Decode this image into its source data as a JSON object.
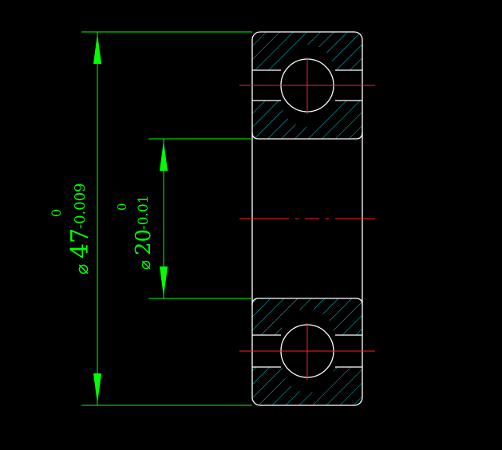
{
  "drawing": {
    "outer_dimension": {
      "symbol": "⌀",
      "nominal": "47",
      "upper_tolerance": "0",
      "lower_tolerance": "-0.009"
    },
    "inner_dimension": {
      "symbol": "⌀",
      "nominal": "20",
      "upper_tolerance": "0",
      "lower_tolerance": "-0.01"
    },
    "colors": {
      "background": "#000000",
      "outline": "#ffffff",
      "dimension": "#00ff00",
      "hatch": "#00c8c8",
      "centerline": "#ff2020"
    }
  }
}
